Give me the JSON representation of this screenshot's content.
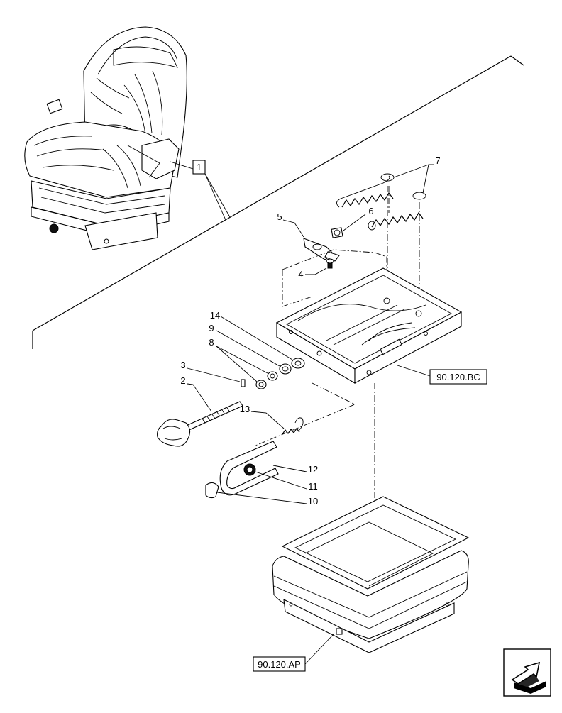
{
  "callouts": [
    {
      "id": "c1",
      "label": "1"
    },
    {
      "id": "c2",
      "label": "2"
    },
    {
      "id": "c3",
      "label": "3"
    },
    {
      "id": "c4",
      "label": "4"
    },
    {
      "id": "c5",
      "label": "5"
    },
    {
      "id": "c6",
      "label": "6"
    },
    {
      "id": "c7",
      "label": "7"
    },
    {
      "id": "c8",
      "label": "8"
    },
    {
      "id": "c9",
      "label": "9"
    },
    {
      "id": "c10",
      "label": "10"
    },
    {
      "id": "c11",
      "label": "11"
    },
    {
      "id": "c12",
      "label": "12"
    },
    {
      "id": "c13",
      "label": "13"
    },
    {
      "id": "c14",
      "label": "14"
    }
  ],
  "references": {
    "upper_frame": "90.120.BC",
    "lower_base": "90.120.AP"
  },
  "nav_icon": "next-page-arrow-icon"
}
